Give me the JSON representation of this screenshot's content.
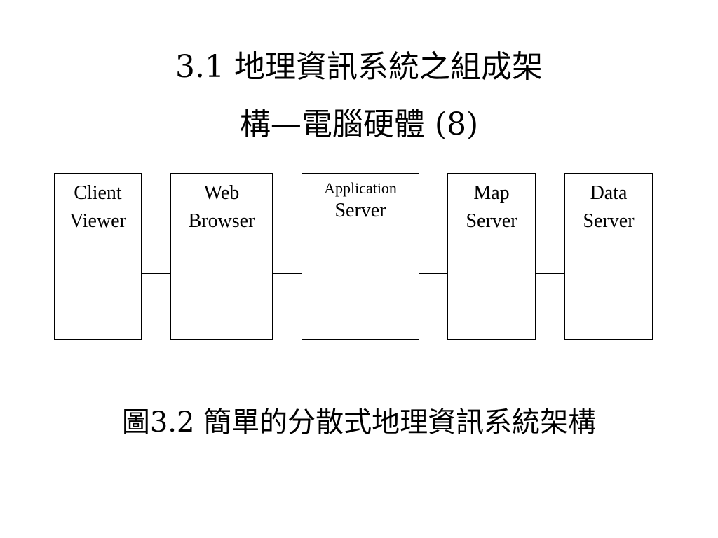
{
  "slide": {
    "title_line_1": "3.1 地理資訊系統之組成架",
    "title_line_2": "構—電腦硬體 (8)",
    "caption": "圖3.2 簡單的分散式地理資訊系統架構"
  },
  "diagram": {
    "nodes": [
      {
        "id": "client-viewer",
        "lines": [
          "Client",
          "Viewer"
        ]
      },
      {
        "id": "web-browser",
        "lines": [
          "Web",
          "Browser"
        ]
      },
      {
        "id": "application-server",
        "lines": [
          "Application",
          "Server"
        ]
      },
      {
        "id": "map-server",
        "lines": [
          "Map",
          "Server"
        ]
      },
      {
        "id": "data-server",
        "lines": [
          "Data",
          "Server"
        ]
      }
    ],
    "edges": [
      [
        "client-viewer",
        "web-browser"
      ],
      [
        "web-browser",
        "application-server"
      ],
      [
        "application-server",
        "map-server"
      ],
      [
        "map-server",
        "data-server"
      ]
    ]
  }
}
